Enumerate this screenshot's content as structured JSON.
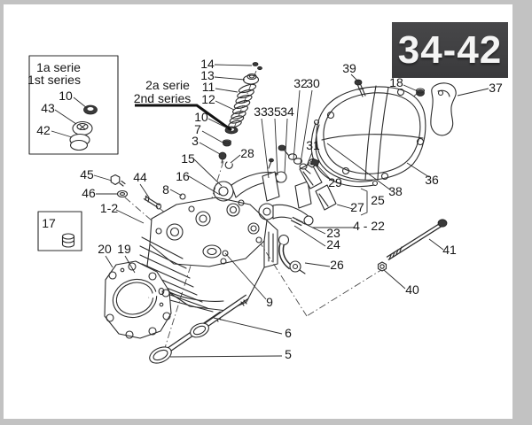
{
  "badge": {
    "label": "34-42"
  },
  "annotations": {
    "series1": {
      "line1": "1a serie",
      "line2": "1st series"
    },
    "series2": {
      "line1": "2a serie",
      "line2": "2nd series"
    }
  },
  "part_labels": [
    "14",
    "13",
    "11",
    "12",
    "10",
    "7",
    "3",
    "28",
    "15",
    "16",
    "8",
    "45",
    "44",
    "46",
    "1-2",
    "10",
    "43",
    "42",
    "17",
    "20",
    "19",
    "9",
    "6",
    "5",
    "33",
    "35",
    "34",
    "32",
    "30",
    "31",
    "29",
    "39",
    "18",
    "37",
    "36",
    "38",
    "25",
    "27",
    "4 - 22",
    "23",
    "24",
    "26",
    "41",
    "40"
  ],
  "colors": {
    "frame": "#c2c2c2",
    "paper": "#ffffff",
    "badge_bg": "#3e3e40",
    "badge_text": "#f4f4f4",
    "line_art": "#2b2b2b"
  }
}
